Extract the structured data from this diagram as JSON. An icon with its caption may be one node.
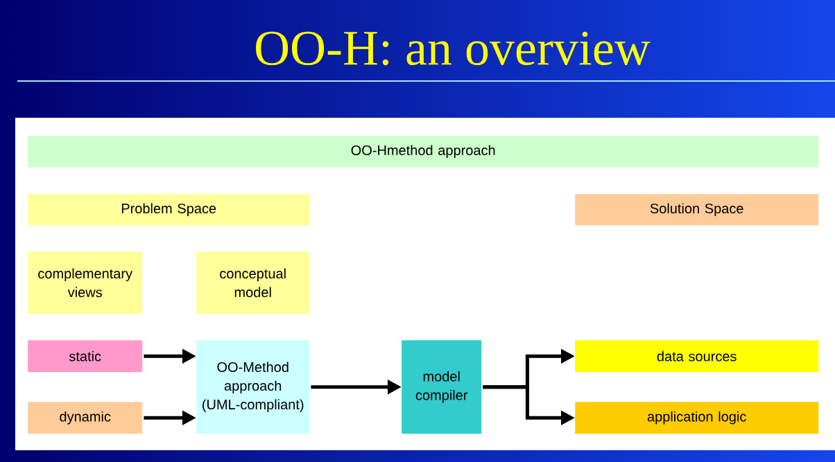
{
  "diagram": {
    "title": "OO-H: an overview",
    "nodes": [
      {
        "text": [
          "OO-Hmethod approach"
        ]
      },
      {
        "text": [
          "Problem Space"
        ]
      },
      {
        "text": [
          "Solution Space"
        ]
      },
      {
        "text": [
          "complementary views"
        ]
      },
      {
        "text": [
          "conceptual model"
        ]
      },
      {
        "text": [
          "static"
        ]
      },
      {
        "text": [
          "dynamic"
        ]
      },
      {
        "text": [
          "OO-Method approach (UML-compliant)"
        ]
      },
      {
        "text": [
          "model compiler"
        ]
      },
      {
        "text": [
          "data sources"
        ]
      },
      {
        "text": [
          "application logic"
        ]
      }
    ],
    "edges": [
      {
        "from": 5,
        "to": 7,
        "arrow": "to"
      },
      {
        "from": 6,
        "to": 7,
        "arrow": "to"
      },
      {
        "from": 7,
        "to": 8,
        "arrow": "to"
      },
      {
        "from": 8,
        "to": 9,
        "arrow": "to"
      },
      {
        "from": 8,
        "to": 10,
        "arrow": "to"
      }
    ]
  }
}
